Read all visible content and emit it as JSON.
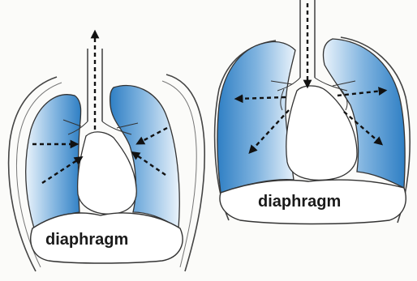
{
  "diagram": {
    "panels": [
      {
        "label": "diaphragm"
      },
      {
        "label": "diaphragm"
      }
    ],
    "colors": {
      "lung_dark": "#2f7fc4",
      "lung_light": "#eaf3fb",
      "outline": "#333333",
      "arrow": "#111111",
      "background": "#fbfbf9"
    },
    "icons": [
      "dashed-arrow-up",
      "dashed-arrow-down",
      "dashed-arrow-inward",
      "dashed-arrow-outward"
    ]
  }
}
